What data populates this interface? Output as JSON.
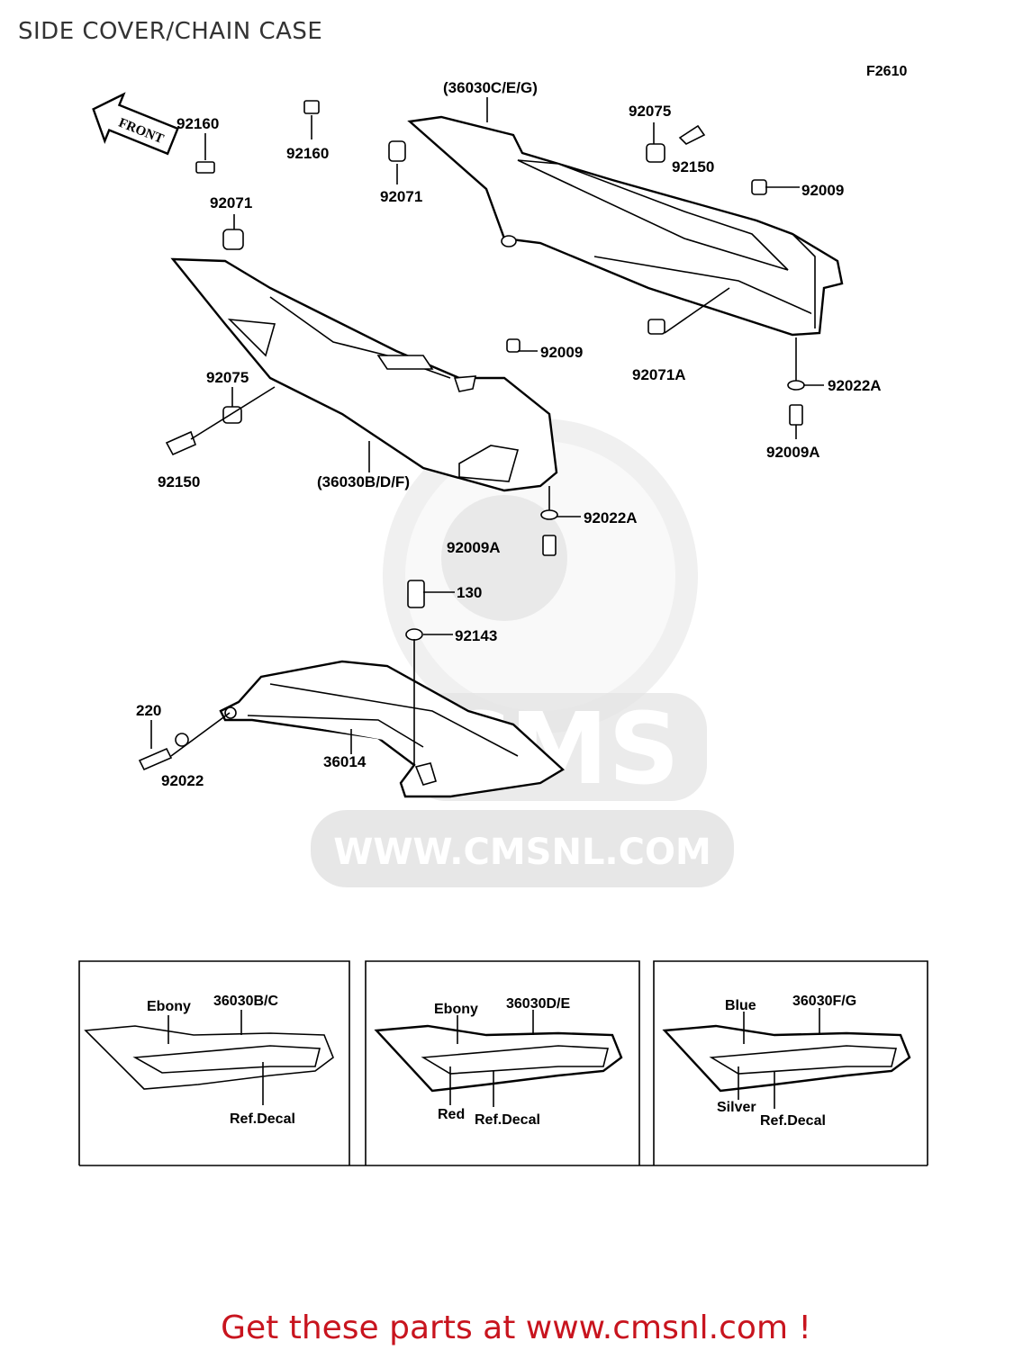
{
  "title": "SIDE COVER/CHAIN CASE",
  "figure_code": "F2610",
  "front_arrow_label": "FRONT",
  "watermark": "WWW.CMSNL.COM",
  "watermark_logo": "CMS",
  "part_labels": {
    "p36030CEG": "(36030C/E/G)",
    "p92160a": "92160",
    "p92160b": "92160",
    "p92071a": "92071",
    "p92071b": "92071",
    "p92075a": "92075",
    "p92075b": "92075",
    "p92150a": "92150",
    "p92150b": "92150",
    "p92009a": "92009",
    "p92009b": "92009",
    "p92071A": "92071A",
    "p92022Aa": "92022A",
    "p92022Ab": "92022A",
    "p92009Aa": "92009A",
    "p92009Ab": "92009A",
    "p36030BDF": "(36030B/D/F)",
    "p130": "130",
    "p92143": "92143",
    "p220": "220",
    "p92022": "92022",
    "p36014": "36014"
  },
  "variants": [
    {
      "color": "Ebony",
      "part": "36030B/C",
      "decal": "Ref.Decal",
      "accent": ""
    },
    {
      "color": "Ebony",
      "part": "36030D/E",
      "decal": "Ref.Decal",
      "accent": "Red"
    },
    {
      "color": "Blue",
      "part": "36030F/G",
      "decal": "Ref.Decal",
      "accent": "Silver"
    }
  ],
  "footer": "Get these parts at www.cmsnl.com !",
  "colors": {
    "footer": "#c8141e",
    "watermark": "#e3e3e3"
  }
}
